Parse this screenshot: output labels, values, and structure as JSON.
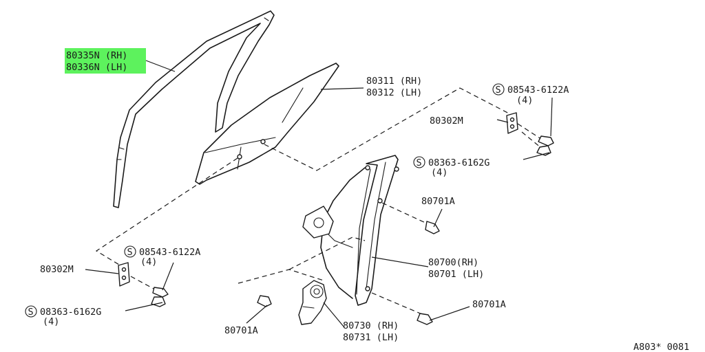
{
  "colors": {
    "highlight": "#5df25d",
    "ink": "#1a1a1a",
    "background": "#ffffff"
  },
  "labels": {
    "weatherstrip_rh": "80335N (RH)",
    "weatherstrip_lh": "80336N (LH)",
    "glass_rh": "80311 (RH)",
    "glass_lh": "80312 (LH)",
    "screw_top_right": "08543-6122A",
    "screw_top_right_qty": "(4)",
    "bracket_right": "80302M",
    "bolt_top_right": "08363-6162G",
    "bolt_top_right_qty": "(4)",
    "bolt_80701a_upper": "80701A",
    "screw_left": "08543-6122A",
    "screw_left_qty": "(4)",
    "bracket_left": "80302M",
    "bolt_left": "08363-6162G",
    "bolt_left_qty": "(4)",
    "regulator_rh": "80700(RH)",
    "regulator_lh": "80701 (LH)",
    "bolt_80701a_right": "80701A",
    "motor_rh": "80730 (RH)",
    "motor_lh": "80731 (LH)",
    "bolt_80701a_bottom": "80701A",
    "diagram_code": "A803* 0081"
  },
  "symbols": {
    "standard_part_mark": "S"
  }
}
